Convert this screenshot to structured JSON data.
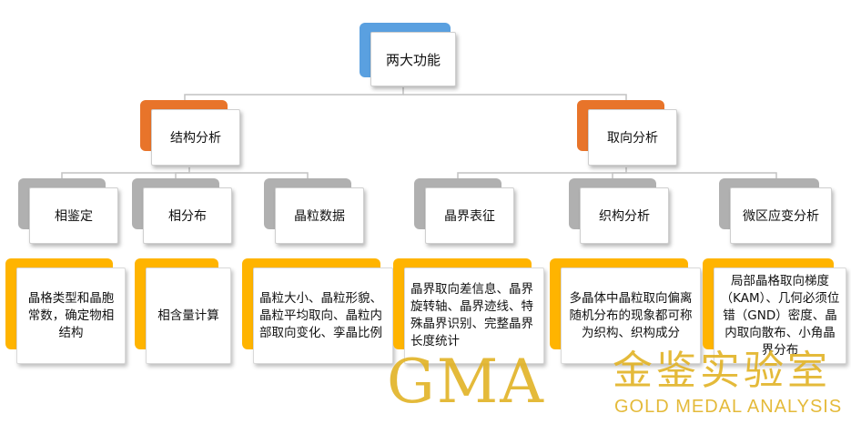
{
  "root": {
    "label": "两大功能"
  },
  "branches": [
    {
      "label": "结构分析",
      "children": [
        {
          "label": "相鉴定",
          "detail": "晶格类型和晶胞常数，确定物相结构"
        },
        {
          "label": "相分布",
          "detail": "相含量计算"
        },
        {
          "label": "晶粒数据",
          "detail": "晶粒大小、晶粒形貌、晶粒平均取向、晶粒内部取向变化、孪晶比例"
        }
      ]
    },
    {
      "label": "取向分析",
      "children": [
        {
          "label": "晶界表征",
          "detail": "晶界取向差信息、晶界旋转轴、晶界迹线、特殊晶界识别、完整晶界长度统计"
        },
        {
          "label": "织构分析",
          "detail": "多晶体中晶粒取向偏离随机分布的现象都可称为织构、织构成分"
        },
        {
          "label": "微区应变分析",
          "detail": "局部晶格取向梯度（KAM）、几何必须位错（GND）密度、晶内取向散布、小角晶界分布"
        }
      ]
    }
  ],
  "watermark": {
    "logo": "GMA",
    "cn": "金鉴实验室",
    "en": "GOLD MEDAL ANALYSIS"
  },
  "colors": {
    "root_tab": "#5aa0e0",
    "branch_tab": "#e8742a",
    "child_tab": "#b0b0b0",
    "detail_tab": "#ffb400",
    "connector": "#b8b8b8",
    "watermark": "#e2b325"
  }
}
